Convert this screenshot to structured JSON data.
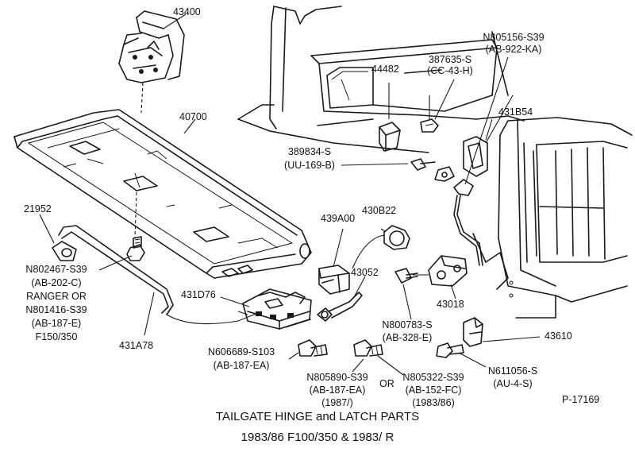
{
  "title": {
    "line1": "TAILGATE HINGE and LATCH PARTS",
    "line2": "1983/86 F100/350 & 1983/ R"
  },
  "figure_id": "P-17169",
  "labels": {
    "p43400": "43400",
    "p40700": "40700",
    "p44482": "44482",
    "p387635": "387635-S",
    "p387635_code": "(CC-43-H)",
    "pN805156": "N805156-S39",
    "pN805156_code": "(AB-922-KA)",
    "p431B54": "431B54",
    "p389834": "389834-S",
    "p389834_code": "(UU-169-B)",
    "p21952": "21952",
    "p439A00": "439A00",
    "p430B22": "430B22",
    "p43052": "43052",
    "p43018": "43018",
    "pN802467_l1": "N802467-S39",
    "pN802467_l2": "(AB-202-C)",
    "pN802467_l3": "RANGER OR",
    "pN802467_l4": "N801416-S39",
    "pN802467_l5": "(AB-187-E)",
    "pN802467_l6": "F150/350",
    "p431D76": "431D76",
    "p431A78": "431A78",
    "pN800783": "N800783-S",
    "pN800783_code": "(AB-328-E)",
    "p43610": "43610",
    "pN606689": "N606689-S103",
    "pN606689_code": "(AB-187-EA)",
    "pN805890": "N805890-S39",
    "pN805890_code": "(AB-187-EA)",
    "pN805890_year": "(1987/)",
    "or_word": "OR",
    "pN805322": "N805322-S39",
    "pN805322_code": "(AB-152-FC)",
    "pN805322_year": "(1983/86)",
    "pN611056": "N611056-S",
    "pN611056_code": "(AU-4-S)"
  }
}
